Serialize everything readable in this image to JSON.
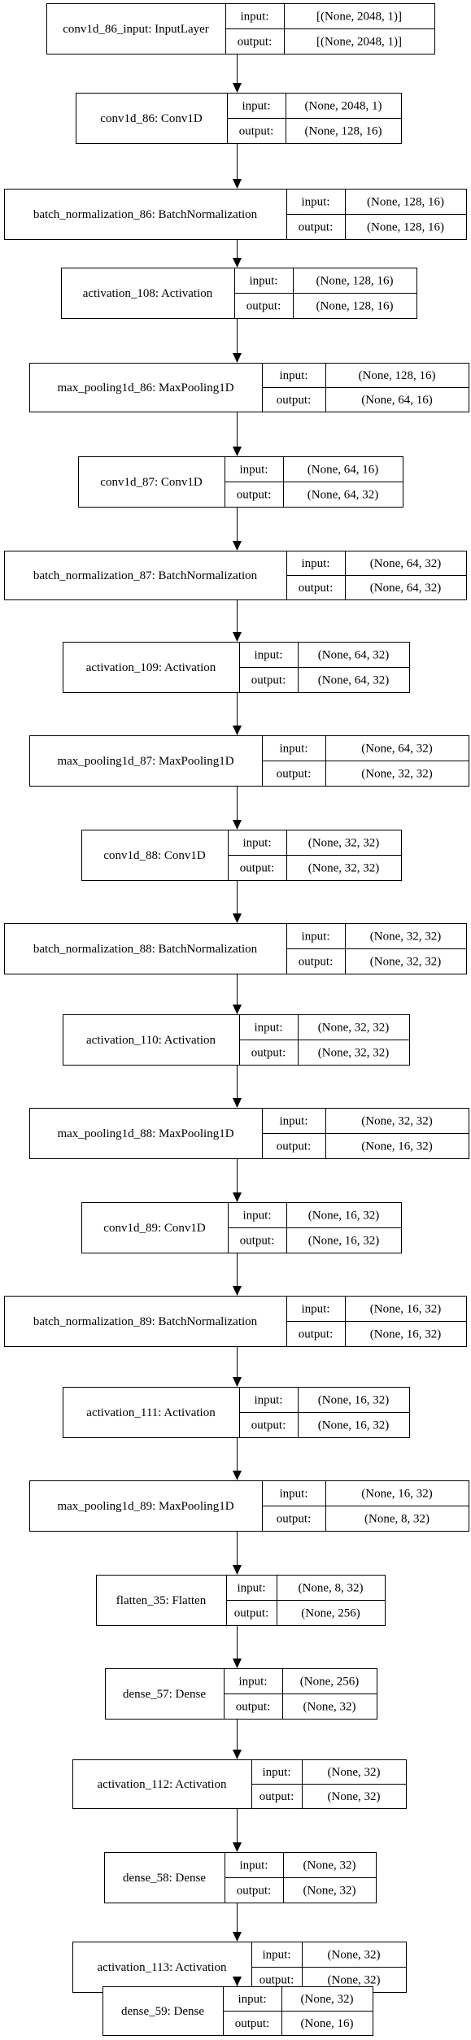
{
  "layers": [
    {
      "name": "conv1d_86_input: InputLayer",
      "input": "[(None, 2048, 1)]",
      "output": "[(None, 2048, 1)]"
    },
    {
      "name": "conv1d_86: Conv1D",
      "input": "(None, 2048, 1)",
      "output": "(None, 128, 16)"
    },
    {
      "name": "batch_normalization_86: BatchNormalization",
      "input": "(None, 128, 16)",
      "output": "(None, 128, 16)"
    },
    {
      "name": "activation_108: Activation",
      "input": "(None, 128, 16)",
      "output": "(None, 128, 16)"
    },
    {
      "name": "max_pooling1d_86: MaxPooling1D",
      "input": "(None, 128, 16)",
      "output": "(None, 64, 16)"
    },
    {
      "name": "conv1d_87: Conv1D",
      "input": "(None, 64, 16)",
      "output": "(None, 64, 32)"
    },
    {
      "name": "batch_normalization_87: BatchNormalization",
      "input": "(None, 64, 32)",
      "output": "(None, 64, 32)"
    },
    {
      "name": "activation_109: Activation",
      "input": "(None, 64, 32)",
      "output": "(None, 64, 32)"
    },
    {
      "name": "max_pooling1d_87: MaxPooling1D",
      "input": "(None, 64, 32)",
      "output": "(None, 32, 32)"
    },
    {
      "name": "conv1d_88: Conv1D",
      "input": "(None, 32, 32)",
      "output": "(None, 32, 32)"
    },
    {
      "name": "batch_normalization_88: BatchNormalization",
      "input": "(None, 32, 32)",
      "output": "(None, 32, 32)"
    },
    {
      "name": "activation_110: Activation",
      "input": "(None, 32, 32)",
      "output": "(None, 32, 32)"
    },
    {
      "name": "max_pooling1d_88: MaxPooling1D",
      "input": "(None, 32, 32)",
      "output": "(None, 16, 32)"
    },
    {
      "name": "conv1d_89: Conv1D",
      "input": "(None, 16, 32)",
      "output": "(None, 16, 32)"
    },
    {
      "name": "batch_normalization_89: BatchNormalization",
      "input": "(None, 16, 32)",
      "output": "(None, 16, 32)"
    },
    {
      "name": "activation_111: Activation",
      "input": "(None, 16, 32)",
      "output": "(None, 16, 32)"
    },
    {
      "name": "max_pooling1d_89: MaxPooling1D",
      "input": "(None, 16, 32)",
      "output": "(None, 8, 32)"
    },
    {
      "name": "flatten_35: Flatten",
      "input": "(None, 8, 32)",
      "output": "(None, 256)"
    },
    {
      "name": "dense_57: Dense",
      "input": "(None, 256)",
      "output": "(None, 32)"
    },
    {
      "name": "activation_112: Activation",
      "input": "(None, 32)",
      "output": "(None, 32)"
    },
    {
      "name": "dense_58: Dense",
      "input": "(None, 32)",
      "output": "(None, 32)"
    },
    {
      "name": "activation_113: Activation",
      "input": "(None, 32)",
      "output": "(None, 32)"
    },
    {
      "name": "dense_59: Dense",
      "input": "(None, 32)",
      "output": "(None, 16)"
    }
  ],
  "labels": {
    "input": "input:",
    "output": "output:"
  }
}
